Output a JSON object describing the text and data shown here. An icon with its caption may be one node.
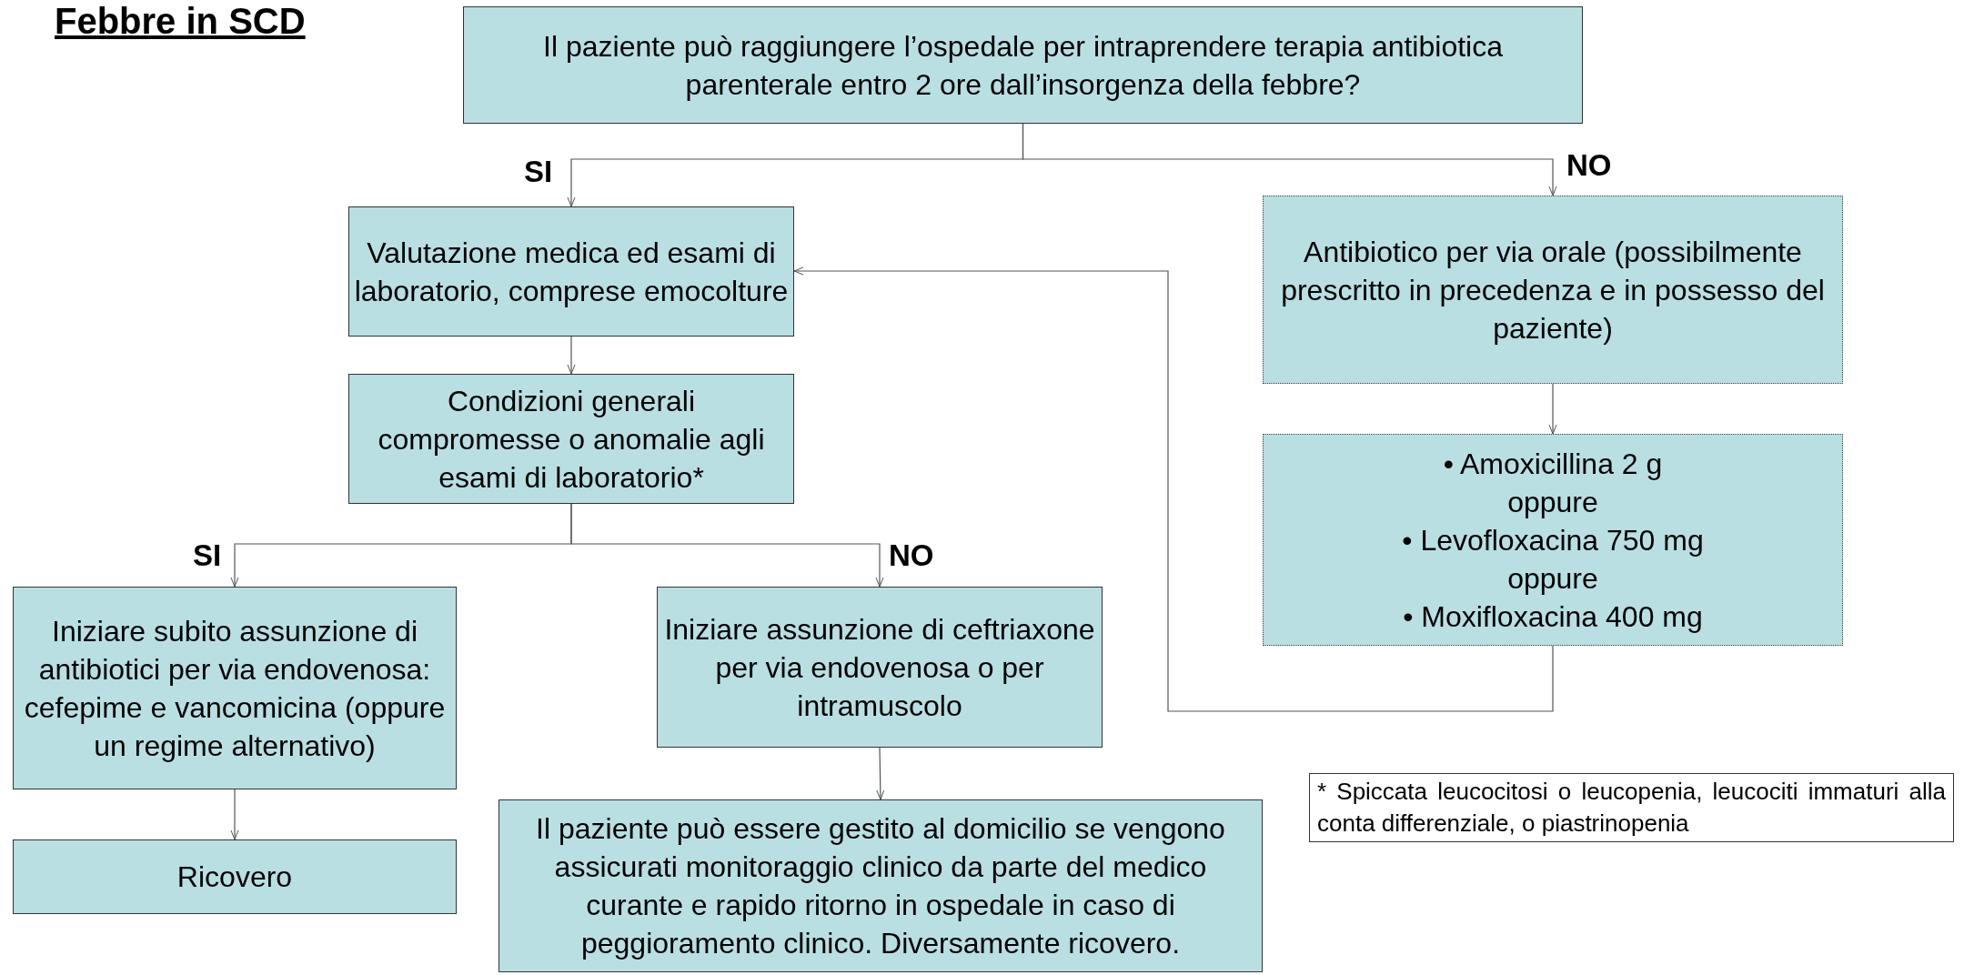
{
  "diagram": {
    "title": "Febbre in SCD",
    "nodes": [
      {
        "text": [
          "Il paziente può raggiungere l’ospedale per intraprendere terapia antibiotica parenterale entro 2 ore dall’insorgenza della febbre?"
        ]
      },
      {
        "text": [
          "Valutazione medica ed esami di laboratorio, comprese emocolture"
        ]
      },
      {
        "text": [
          "Condizioni generali compromesse o anomalie agli esami di laboratorio*"
        ]
      },
      {
        "text": [
          "Antibiotico per via orale (possibilmente prescritto in precedenza e in possesso del paziente)"
        ]
      },
      {
        "text": [
          "• Amoxicillina 2 g",
          "oppure",
          "• Levofloxacina 750 mg",
          "oppure",
          "• Moxifloxacina 400 mg"
        ]
      },
      {
        "text": [
          "Iniziare subito assunzione di antibiotici per via endovenosa: cefepime e vancomicina (oppure un regime alternativo)"
        ]
      },
      {
        "text": [
          "Iniziare assunzione di ceftriaxone per via endovenosa o per intramuscolo"
        ]
      },
      {
        "text": [
          "Ricovero"
        ]
      },
      {
        "text": [
          "Il paziente può essere gestito al domicilio se vengono assicurati monitoraggio clinico da parte del medico curante e rapido ritorno in ospedale in caso di peggioramento clinico. Diversamente ricovero."
        ]
      },
      {
        "text": [
          "* Spiccata leucocitosi o leucopenia, leucociti immaturi alla conta differenziale, o piastrinopenia"
        ]
      }
    ],
    "edges": [
      {
        "from": 0,
        "to": 1,
        "arrow": "to",
        "label": "SI"
      },
      {
        "from": 0,
        "to": 3,
        "arrow": "to",
        "label": "NO"
      },
      {
        "from": 1,
        "to": 2,
        "arrow": "to"
      },
      {
        "from": 2,
        "to": 5,
        "arrow": "to",
        "label": "SI"
      },
      {
        "from": 2,
        "to": 6,
        "arrow": "to",
        "label": "NO"
      },
      {
        "from": 3,
        "to": 4,
        "arrow": "to"
      },
      {
        "from": 4,
        "to": 1,
        "arrow": "to"
      },
      {
        "from": 5,
        "to": 7,
        "arrow": "to"
      },
      {
        "from": 6,
        "to": 8,
        "arrow": "to"
      }
    ]
  }
}
